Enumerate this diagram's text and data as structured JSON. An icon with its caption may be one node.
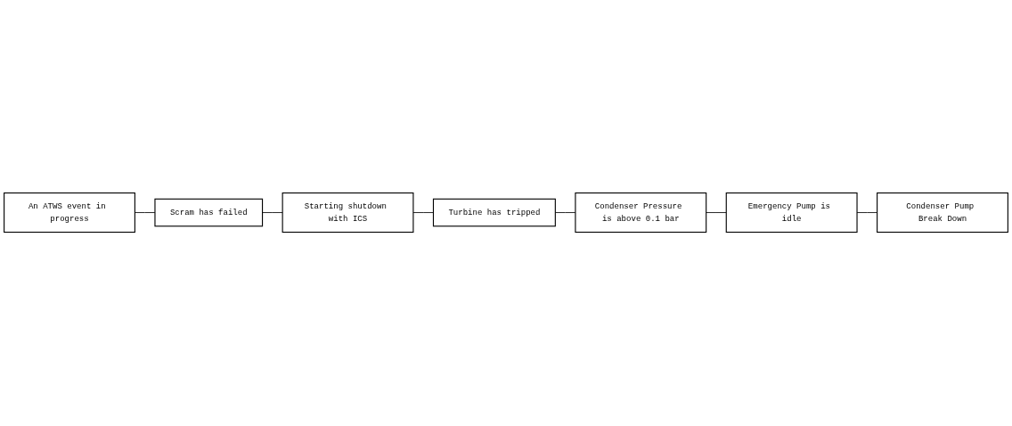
{
  "diagram": {
    "nodes": [
      {
        "text": [
          "An ATWS event in progress"
        ]
      },
      {
        "text": [
          "Scram has failed"
        ]
      },
      {
        "text": [
          "Starting shutdown with ICS"
        ]
      },
      {
        "text": [
          "Turbine has tripped"
        ]
      },
      {
        "text": [
          "Condenser Pressure is above 0.1 bar"
        ]
      },
      {
        "text": [
          "Emergency Pump is idle"
        ]
      },
      {
        "text": [
          "Condenser Pump Break Down"
        ]
      }
    ],
    "edges": [
      {
        "from": 0,
        "to": 1,
        "arrow": "none"
      },
      {
        "from": 1,
        "to": 2,
        "arrow": "none"
      },
      {
        "from": 2,
        "to": 3,
        "arrow": "none"
      },
      {
        "from": 3,
        "to": 4,
        "arrow": "none"
      },
      {
        "from": 4,
        "to": 5,
        "arrow": "none"
      },
      {
        "from": 5,
        "to": 6,
        "arrow": "none"
      }
    ]
  }
}
